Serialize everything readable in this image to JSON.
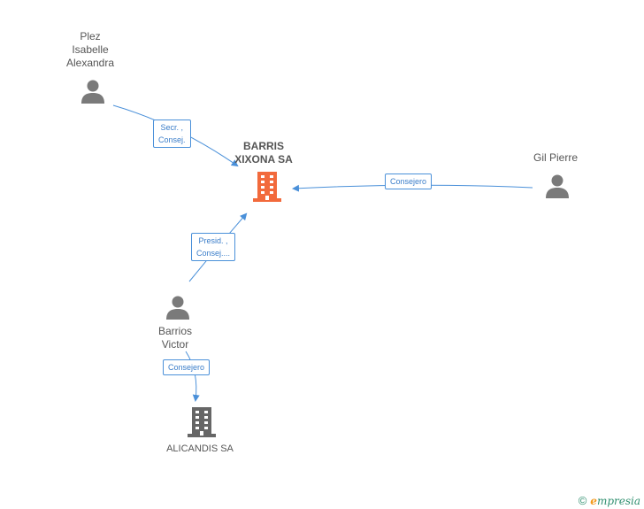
{
  "nodes": {
    "plez": {
      "lines": [
        "Plez",
        "Isabelle",
        "Alexandra"
      ]
    },
    "barris_xixona": {
      "lines": [
        "BARRIS",
        "XIXONA SA"
      ],
      "color": "#f26a3c"
    },
    "gil_pierre": {
      "lines": [
        "Gil Pierre"
      ]
    },
    "barrios_victor": {
      "lines": [
        "Barrios",
        "Victor"
      ]
    },
    "alicandis": {
      "lines": [
        "ALICANDIS SA"
      ],
      "color": "#666666"
    }
  },
  "edges": {
    "plez_to_barris": {
      "lines": [
        "Secr. ,",
        "Consej."
      ]
    },
    "gil_to_barris": {
      "lines": [
        "Consejero"
      ]
    },
    "victor_to_barris": {
      "lines": [
        "Presid. ,",
        "Consej...."
      ]
    },
    "victor_to_alicandis": {
      "lines": [
        "Consejero"
      ]
    }
  },
  "colors": {
    "edge": "#4a90d9",
    "person": "#7a7a7a"
  },
  "brand": {
    "copyright": "©",
    "e": "e",
    "rest": "mpresia"
  }
}
